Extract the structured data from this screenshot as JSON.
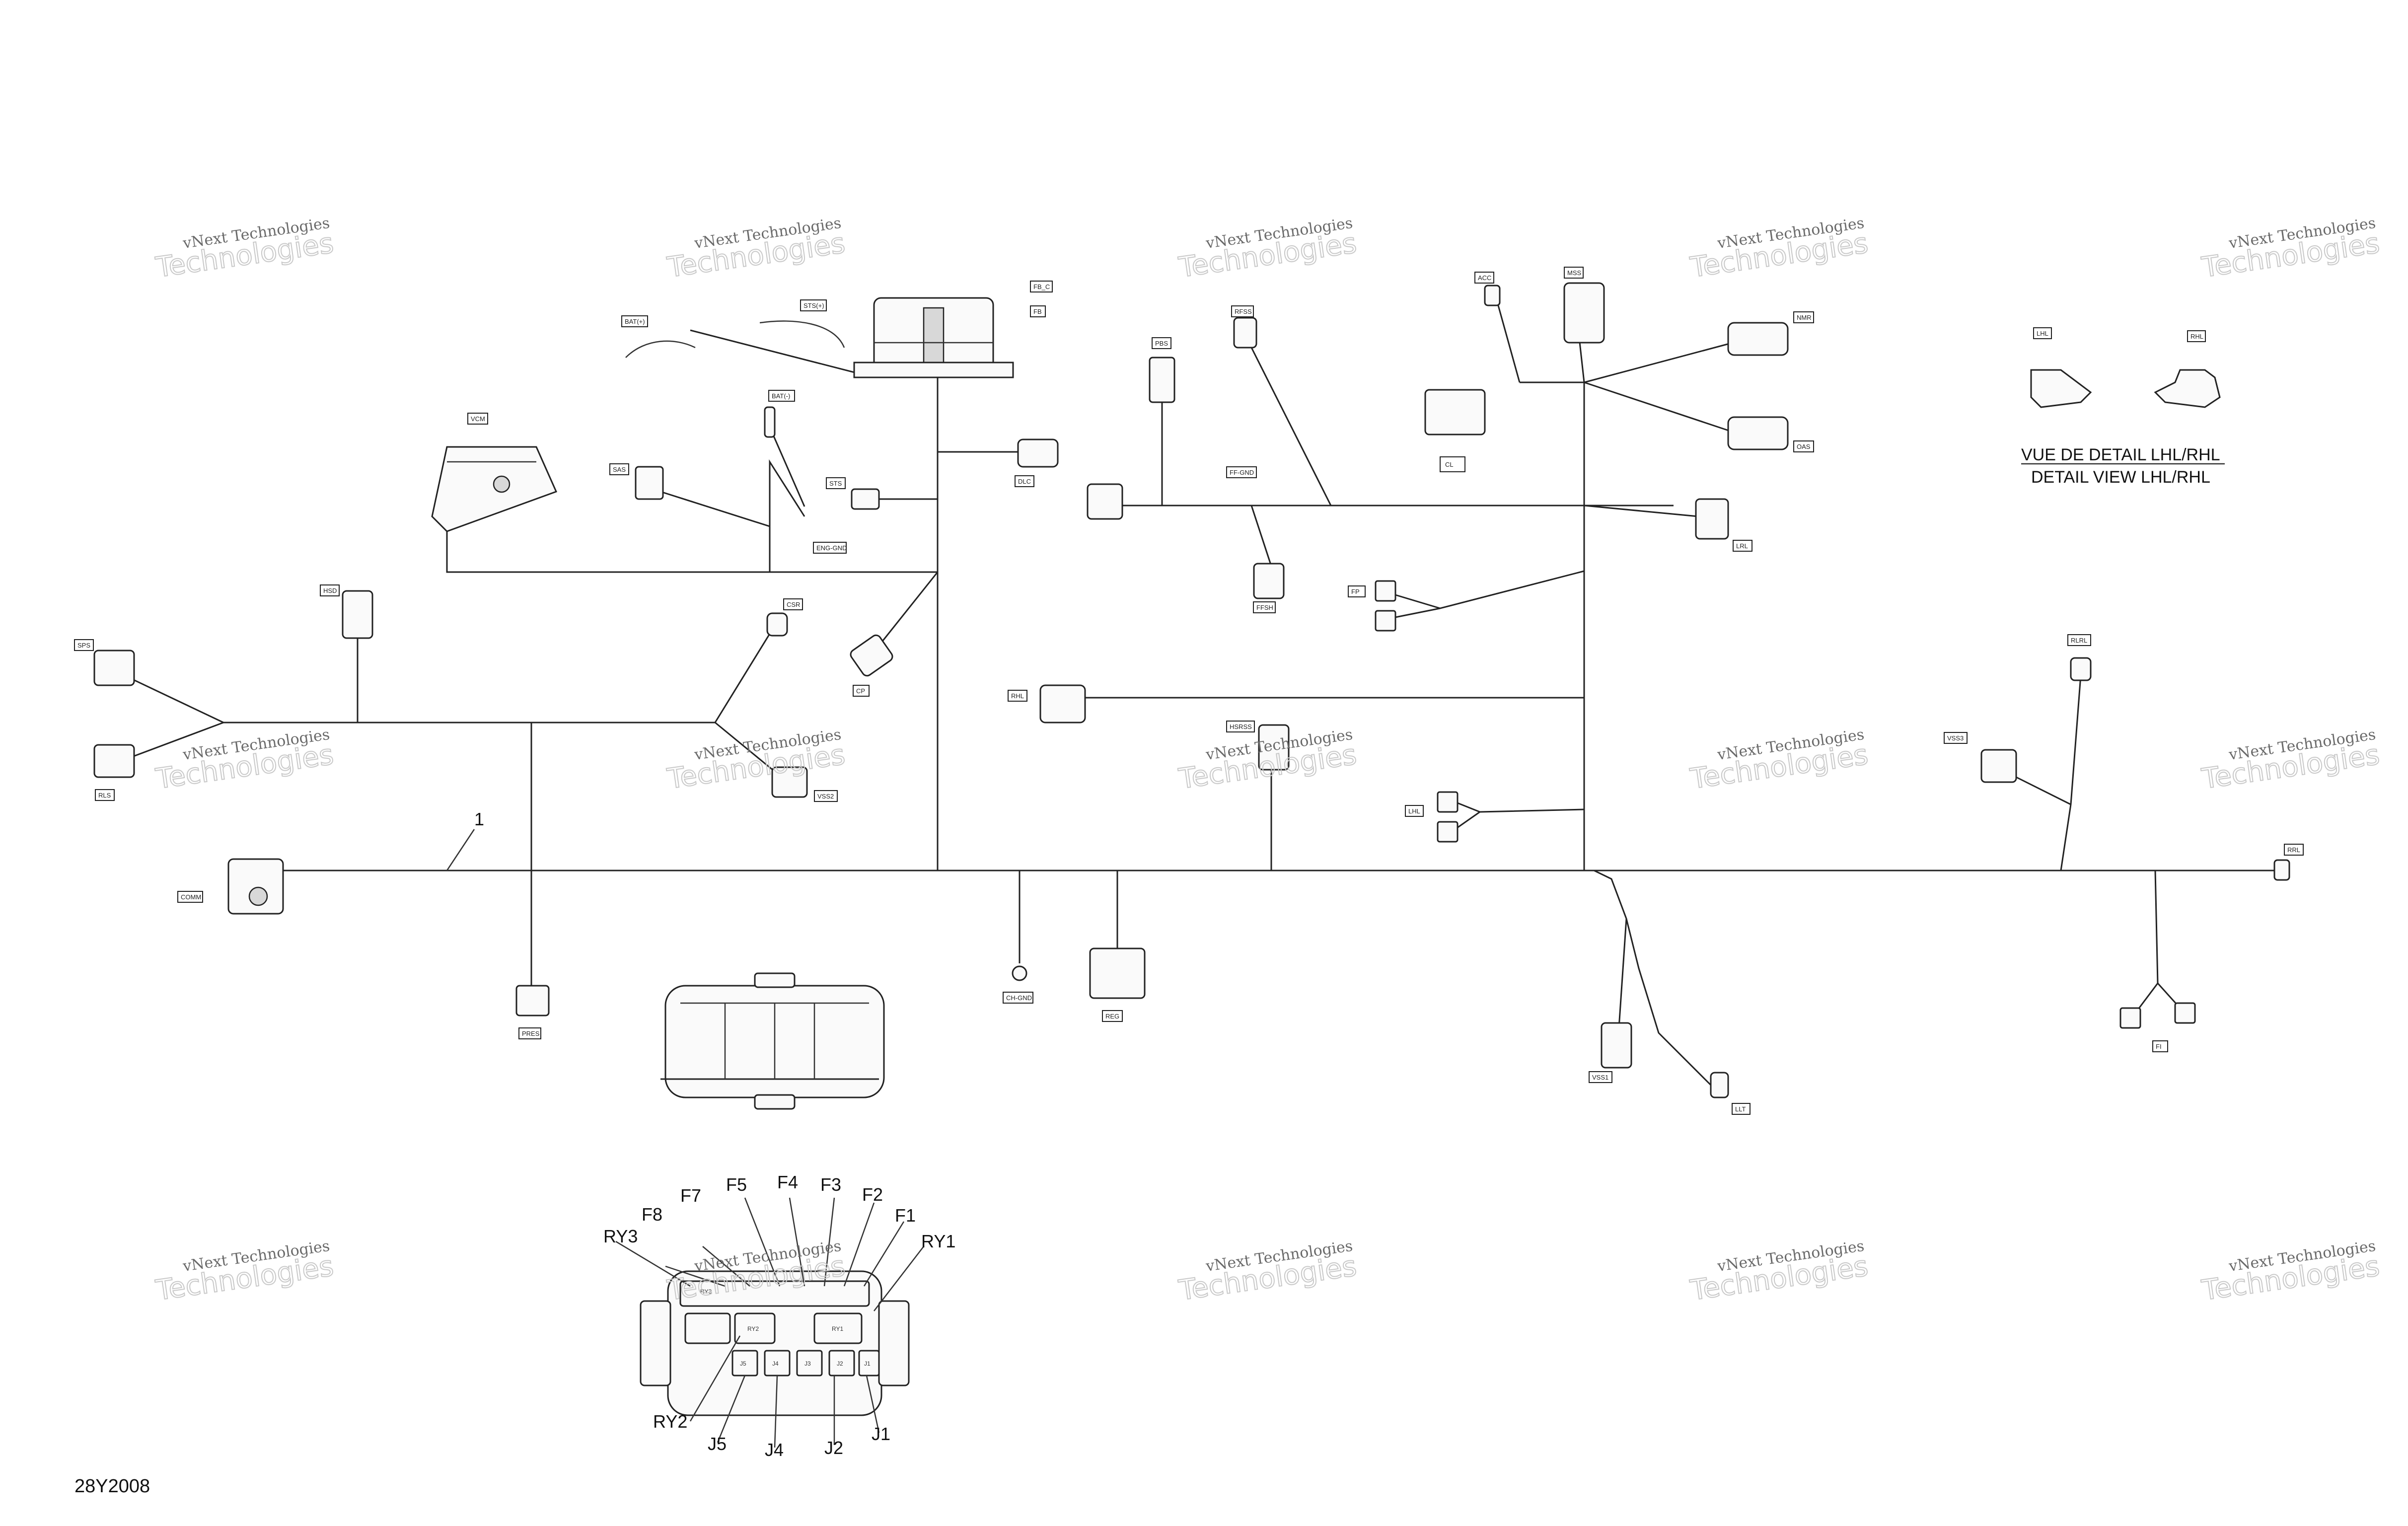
{
  "drawing_code": "28Y2008",
  "harness_callout": "1",
  "detail_view": {
    "title_fr": "VUE DE DETAIL LHL/RHL",
    "title_en": "DETAIL VIEW LHL/RHL",
    "tags": [
      "LHL",
      "RHL"
    ]
  },
  "watermark": {
    "line1": "vNext Technologies",
    "line2": "Technologies"
  },
  "connector_tags": [
    "BAT(+)",
    "STS(+)",
    "BAT(-)",
    "FB_C",
    "FB",
    "VCM",
    "SAS",
    "STS",
    "ENG-GND",
    "DLC",
    "PBS",
    "RFSS",
    "ACC",
    "MSS",
    "NMR",
    "CL",
    "OAS",
    "FF-GND",
    "FFSH",
    "LRL",
    "HSD",
    "SPS",
    "RLS",
    "CSR",
    "CP",
    "VSS2",
    "RHL",
    "HSRSS",
    "LHL",
    "RLRL",
    "VSS3",
    "RRL",
    "COMM",
    "PRES",
    "CH-GND",
    "REG",
    "VSS1",
    "LLT",
    "FI",
    "FP"
  ],
  "fuse_callouts": {
    "top": [
      "F7",
      "F5",
      "F4",
      "F3",
      "F2",
      "F1",
      "F8",
      "RY3",
      "RY1"
    ],
    "bottom": [
      "RY2",
      "J5",
      "J4",
      "J2",
      "J1"
    ]
  },
  "fusebox_inner": [
    "RY3",
    "RY2",
    "RY1",
    "J5",
    "J4",
    "J3",
    "J2",
    "J1"
  ]
}
